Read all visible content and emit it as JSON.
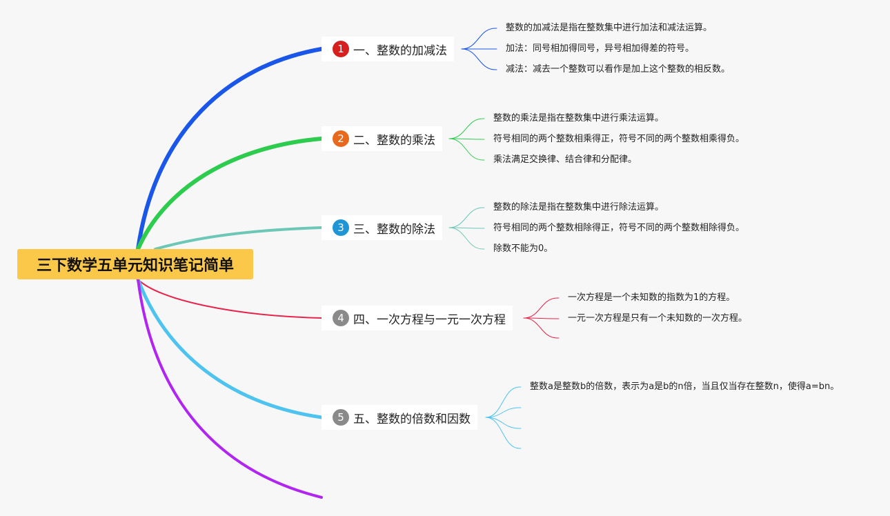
{
  "root": {
    "label": "三下数学五单元知识笔记简单",
    "color": "#fbc84a"
  },
  "topics": [
    {
      "number": "1",
      "label": "一、整数的加减法",
      "color": "#1a56e8",
      "badge_color": "#d61f1f",
      "children": [
        "整数的加减法是指在整数集中进行加法和减法运算。",
        "加法：同号相加得同号，异号相加得差的符号。",
        "减法：减去一个整数可以看作是加上这个整数的相反数。"
      ]
    },
    {
      "number": "2",
      "label": "二、整数的乘法",
      "color": "#2ecc4e",
      "badge_color": "#e8691c",
      "children": [
        "整数的乘法是指在整数集中进行乘法运算。",
        "符号相同的两个整数相乘得正，符号不同的两个整数相乘得负。",
        "乘法满足交换律、结合律和分配律。"
      ]
    },
    {
      "number": "3",
      "label": "三、整数的除法",
      "color": "#6cc7b6",
      "badge_color": "#1f95d6",
      "children": [
        "整数的除法是指在整数集中进行除法运算。",
        "符号相同的两个整数相除得正，符号不同的两个整数相除得负。",
        "除数不能为0。"
      ]
    },
    {
      "number": "4",
      "label": "四、一次方程与一元一次方程",
      "color": "#e8234a",
      "badge_color": "#8a8a8a",
      "children": [
        "一次方程是一个未知数的指数为1的方程。",
        "一元一次方程是只有一个未知数的一次方程。"
      ]
    },
    {
      "number": "5",
      "label": "五、整数的倍数和因数",
      "color": "#4ec3f0",
      "badge_color": "#8a8a8a",
      "children": [
        "整数a是整数b的倍数，表示为a是b的n倍，当且仅当存在整数n，使得a=bn。",
        "",
        "",
        ""
      ]
    },
    {
      "number": "",
      "label": "",
      "color": "#b026f0",
      "badge_color": "",
      "children": []
    }
  ]
}
